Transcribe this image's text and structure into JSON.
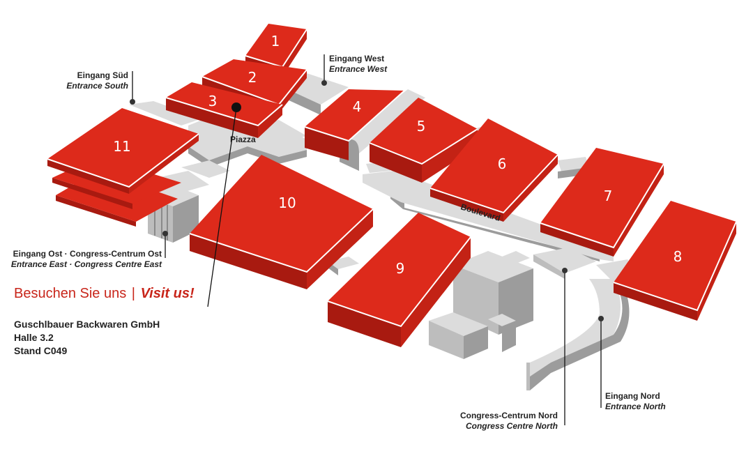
{
  "halls": [
    {
      "id": "hall-1",
      "label": "1"
    },
    {
      "id": "hall-2",
      "label": "2"
    },
    {
      "id": "hall-3",
      "label": "3"
    },
    {
      "id": "hall-4",
      "label": "4"
    },
    {
      "id": "hall-5",
      "label": "5"
    },
    {
      "id": "hall-6",
      "label": "6"
    },
    {
      "id": "hall-7",
      "label": "7"
    },
    {
      "id": "hall-8",
      "label": "8"
    },
    {
      "id": "hall-9",
      "label": "9"
    },
    {
      "id": "hall-10",
      "label": "10"
    },
    {
      "id": "hall-11",
      "label": "11"
    }
  ],
  "places": {
    "piazza": "Piazza",
    "boulevard": "Boulevard"
  },
  "entrances": {
    "south": {
      "de": "Eingang Süd",
      "en": "Entrance South"
    },
    "west": {
      "de": "Eingang West",
      "en": "Entrance West"
    },
    "east": {
      "de": "Eingang Ost · Congress-Centrum Ost",
      "en": "Entrance East · Congress Centre East"
    },
    "north": {
      "de": "Eingang Nord",
      "en": "Entrance North"
    },
    "cc_north": {
      "de": "Congress-Centrum Nord",
      "en": "Congress Centre North"
    }
  },
  "visit": {
    "de": "Besuchen Sie uns",
    "separator": "|",
    "en": "Visit us!"
  },
  "exhibitor": {
    "company": "Guschlbauer Backwaren GmbH",
    "hall": "Halle 3.2",
    "stand": "Stand C049"
  },
  "colors": {
    "hall_top": "#dd2a1b",
    "hall_side": "#a81a10",
    "corridor": "#dcdcdc",
    "accent_text": "#c8251a"
  }
}
